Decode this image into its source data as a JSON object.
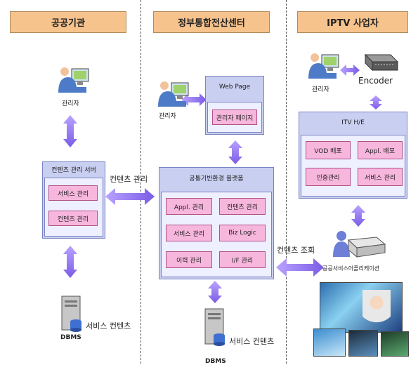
{
  "headers": {
    "public": "공공기관",
    "center": "정부통합전산센터",
    "iptv": "IPTV 사업자"
  },
  "public_org": {
    "admin_label": "관리자",
    "server_title": "컨텐츠 관리 서버",
    "server_items": [
      "서비스 관리",
      "컨텐츠 관리"
    ],
    "db_label": "DBMS",
    "db_content_label": "서비스 컨텐츠"
  },
  "center": {
    "admin_label": "관리자",
    "web_title": "Web Page",
    "web_item": "관리자 페이지",
    "platform_title": "공통기반환경 플랫폼",
    "platform_items": [
      "Appl. 관리",
      "컨텐츠 관리",
      "서비스 관리",
      "Biz Logic",
      "이력 관리",
      "I/F 관리"
    ],
    "db_label": "DBMS",
    "db_content_label": "서비스 컨텐츠"
  },
  "iptv": {
    "admin_label": "관리자",
    "encoder_label": "Encoder",
    "he_title": "ITV H/E",
    "he_items": [
      "VOD 배포",
      "Appl. 배포",
      "인증관리",
      "서비스 관리"
    ],
    "app_label": "공공서비스어플리케이션"
  },
  "arrows": {
    "content_manage": "컨텐츠 관리",
    "content_query": "컨텐츠 조회"
  }
}
